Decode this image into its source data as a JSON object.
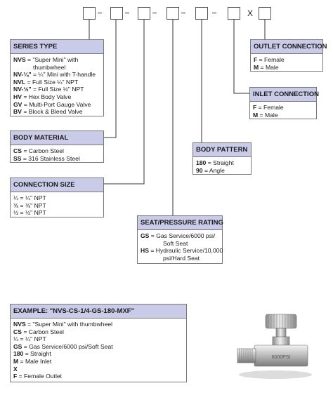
{
  "code_boxes": {
    "separator_x": "X"
  },
  "series_type": {
    "title": "SERIES TYPE",
    "items": [
      {
        "key": "NVS",
        "text": " = \"Super Mini\" with"
      },
      {
        "key": "",
        "text": "thumbwheel"
      },
      {
        "key": "NV-¼\"",
        "text": " = ¼\" Mini with T-handle"
      },
      {
        "key": "NVL",
        "text": " = Full Size ¼\" NPT"
      },
      {
        "key": "NV-½\"",
        "text": " = Full Size ½\" NPT"
      },
      {
        "key": "HV",
        "text": " = Hex Body Valve"
      },
      {
        "key": "GV",
        "text": " = Multi-Port Gauge Valve"
      },
      {
        "key": "BV",
        "text": " = Block & Bleed Valve"
      }
    ]
  },
  "body_material": {
    "title": "BODY MATERIAL",
    "items": [
      {
        "key": "CS",
        "text": " = Carbon Steel"
      },
      {
        "key": "SS",
        "text": " = 316 Stainless Steel"
      }
    ]
  },
  "connection_size": {
    "title": "CONNECTION SIZE",
    "items": [
      {
        "key": "",
        "text": "¼ = ¼\" NPT"
      },
      {
        "key": "",
        "text": "⅜ = ⅜\" NPT"
      },
      {
        "key": "",
        "text": "½ = ½\" NPT"
      }
    ]
  },
  "seat_pressure": {
    "title": "SEAT/PRESSURE RATING",
    "items": [
      {
        "key": "GS",
        "text": " = Gas Service/6000 psi/"
      },
      {
        "key": "",
        "text": "Soft Seat"
      },
      {
        "key": "HS",
        "text": " = Hydraulic Service/10,000"
      },
      {
        "key": "",
        "text": "psi/Hard Seat"
      }
    ]
  },
  "body_pattern": {
    "title": "BODY PATTERN",
    "items": [
      {
        "key": "180",
        "text": " = Straight"
      },
      {
        "key": "90",
        "text": " = Angle"
      }
    ]
  },
  "inlet_connection": {
    "title": "INLET CONNECTION",
    "items": [
      {
        "key": "F",
        "text": " = Female"
      },
      {
        "key": "M",
        "text": " = Male"
      }
    ]
  },
  "outlet_connection": {
    "title": "OUTLET CONNECTION",
    "items": [
      {
        "key": "F",
        "text": " = Female"
      },
      {
        "key": "M",
        "text": " = Male"
      }
    ]
  },
  "example": {
    "title": "EXAMPLE:  \"NVS-CS-1/4-GS-180-MXF\"",
    "items": [
      {
        "key": "NVS",
        "text": " = \"Super Mini\" with thumbwheel"
      },
      {
        "key": "CS",
        "text": " = Carbon Steel"
      },
      {
        "key": "",
        "text": "¼ = ¼\" NPT"
      },
      {
        "key": "GS",
        "text": " = Gas Service/6000 psi/Soft Seat"
      },
      {
        "key": "180",
        "text": " = Straight"
      },
      {
        "key": "M",
        "text": " = Male Inlet"
      },
      {
        "key": "X",
        "text": ""
      },
      {
        "key": "F",
        "text": " = Female Outlet"
      }
    ]
  },
  "valve_image": {
    "label": "6000PSI"
  }
}
